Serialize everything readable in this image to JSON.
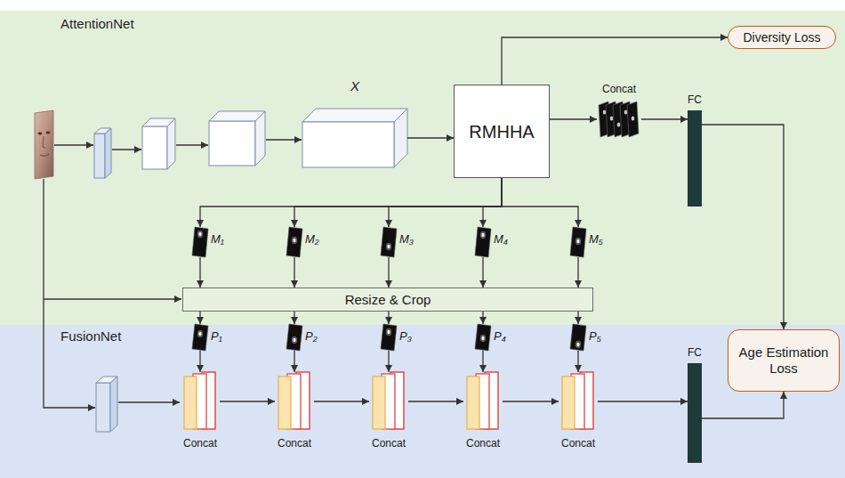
{
  "diagram": {
    "nodes": [
      {
        "text": [
          "AttentionNet"
        ]
      },
      {
        "text": [
          "X"
        ],
        "in": 0
      },
      {
        "text": [
          "RMHHA"
        ],
        "in": 0
      },
      {
        "text": [
          "Diversity Loss"
        ],
        "in": 0
      },
      {
        "text": [
          "Concat"
        ],
        "in": 0
      },
      {
        "text": [
          "FC"
        ],
        "in": 0
      },
      {
        "text": [
          "M₁"
        ],
        "in": 0
      },
      {
        "text": [
          "M₂"
        ],
        "in": 0
      },
      {
        "text": [
          "M₃"
        ],
        "in": 0
      },
      {
        "text": [
          "M₄"
        ],
        "in": 0
      },
      {
        "text": [
          "M₅"
        ],
        "in": 0
      },
      {
        "text": [
          "Resize & Crop"
        ],
        "in": 0
      },
      {
        "text": [
          "FusionNet"
        ]
      },
      {
        "text": [
          "P₁"
        ],
        "in": 12
      },
      {
        "text": [
          "P₂"
        ],
        "in": 12
      },
      {
        "text": [
          "P₃"
        ],
        "in": 12
      },
      {
        "text": [
          "P₄"
        ],
        "in": 12
      },
      {
        "text": [
          "P₅"
        ],
        "in": 12
      },
      {
        "text": [
          "Concat"
        ],
        "in": 12
      },
      {
        "text": [
          "Concat"
        ],
        "in": 12
      },
      {
        "text": [
          "Concat"
        ],
        "in": 12
      },
      {
        "text": [
          "Concat"
        ],
        "in": 12
      },
      {
        "text": [
          "Concat"
        ],
        "in": 12
      },
      {
        "text": [
          "FC"
        ],
        "in": 12
      },
      {
        "text": [
          "Age Estimation Loss"
        ],
        "in": 12
      }
    ],
    "edges": [
      {
        "from": 1,
        "to": 2,
        "arrow": "to"
      },
      {
        "from": 2,
        "to": 3,
        "arrow": "to"
      },
      {
        "from": 2,
        "to": 4,
        "arrow": "to"
      },
      {
        "from": 4,
        "to": 5,
        "arrow": "to"
      },
      {
        "from": 5,
        "to": 24,
        "arrow": "to"
      },
      {
        "from": 2,
        "to": 6,
        "arrow": "to"
      },
      {
        "from": 2,
        "to": 7,
        "arrow": "to"
      },
      {
        "from": 2,
        "to": 8,
        "arrow": "to"
      },
      {
        "from": 2,
        "to": 9,
        "arrow": "to"
      },
      {
        "from": 2,
        "to": 10,
        "arrow": "to"
      },
      {
        "from": 6,
        "to": 11,
        "arrow": "to"
      },
      {
        "from": 7,
        "to": 11,
        "arrow": "to"
      },
      {
        "from": 8,
        "to": 11,
        "arrow": "to"
      },
      {
        "from": 9,
        "to": 11,
        "arrow": "to"
      },
      {
        "from": 10,
        "to": 11,
        "arrow": "to"
      },
      {
        "from": 11,
        "to": 13,
        "arrow": "to"
      },
      {
        "from": 11,
        "to": 14,
        "arrow": "to"
      },
      {
        "from": 11,
        "to": 15,
        "arrow": "to"
      },
      {
        "from": 11,
        "to": 16,
        "arrow": "to"
      },
      {
        "from": 11,
        "to": 17,
        "arrow": "to"
      },
      {
        "from": 13,
        "to": 18,
        "arrow": "to"
      },
      {
        "from": 14,
        "to": 19,
        "arrow": "to"
      },
      {
        "from": 15,
        "to": 20,
        "arrow": "to"
      },
      {
        "from": 16,
        "to": 21,
        "arrow": "to"
      },
      {
        "from": 17,
        "to": 22,
        "arrow": "to"
      },
      {
        "from": 18,
        "to": 19,
        "arrow": "to"
      },
      {
        "from": 19,
        "to": 20,
        "arrow": "to"
      },
      {
        "from": 20,
        "to": 21,
        "arrow": "to"
      },
      {
        "from": 21,
        "to": 22,
        "arrow": "to"
      },
      {
        "from": 22,
        "to": 23,
        "arrow": "to"
      },
      {
        "from": 23,
        "to": 24,
        "arrow": "to"
      }
    ]
  }
}
